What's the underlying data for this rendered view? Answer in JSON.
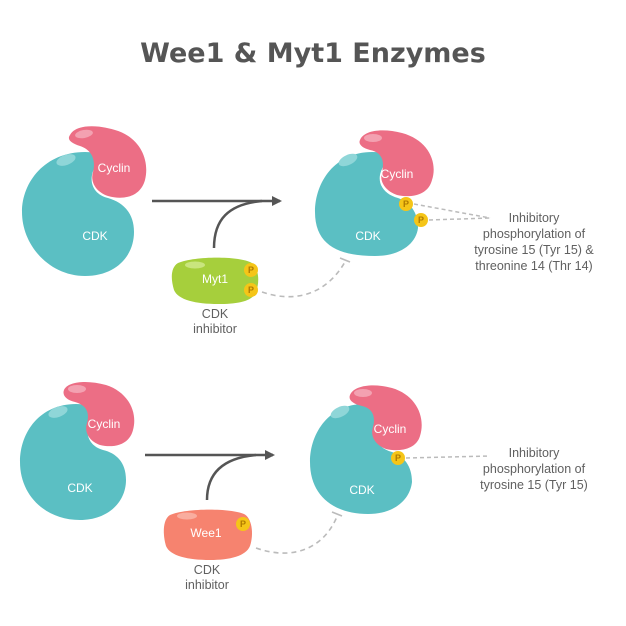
{
  "title": "Wee1 & Myt1 Enzymes",
  "labels": {
    "cdk": "CDK",
    "cyclin": "Cyclin",
    "phosphate": "P",
    "inhibitor_line1": "CDK",
    "inhibitor_line2": "inhibitor"
  },
  "panels": [
    {
      "enzyme": "Myt1",
      "description": [
        "Inhibitory",
        "phosphorylation of",
        "tyrosine 15 (Tyr 15) &",
        "threonine 14 (Thr 14)"
      ]
    },
    {
      "enzyme": "Wee1",
      "description": [
        "Inhibitory",
        "phosphorylation of",
        "tyrosine 15 (Tyr 15)"
      ]
    }
  ],
  "colors": {
    "cdk": "#5bbfc3",
    "cdk_highlight": "#8fd6d8",
    "cyclin": "#ec6e85",
    "cyclin_highlight": "#f3a1b1",
    "myt1": "#a6cf3c",
    "wee1": "#f6836f",
    "phosphate": "#f5c518",
    "arrow": "#555555",
    "dashed": "#bbbbbb",
    "text": "#555555"
  }
}
